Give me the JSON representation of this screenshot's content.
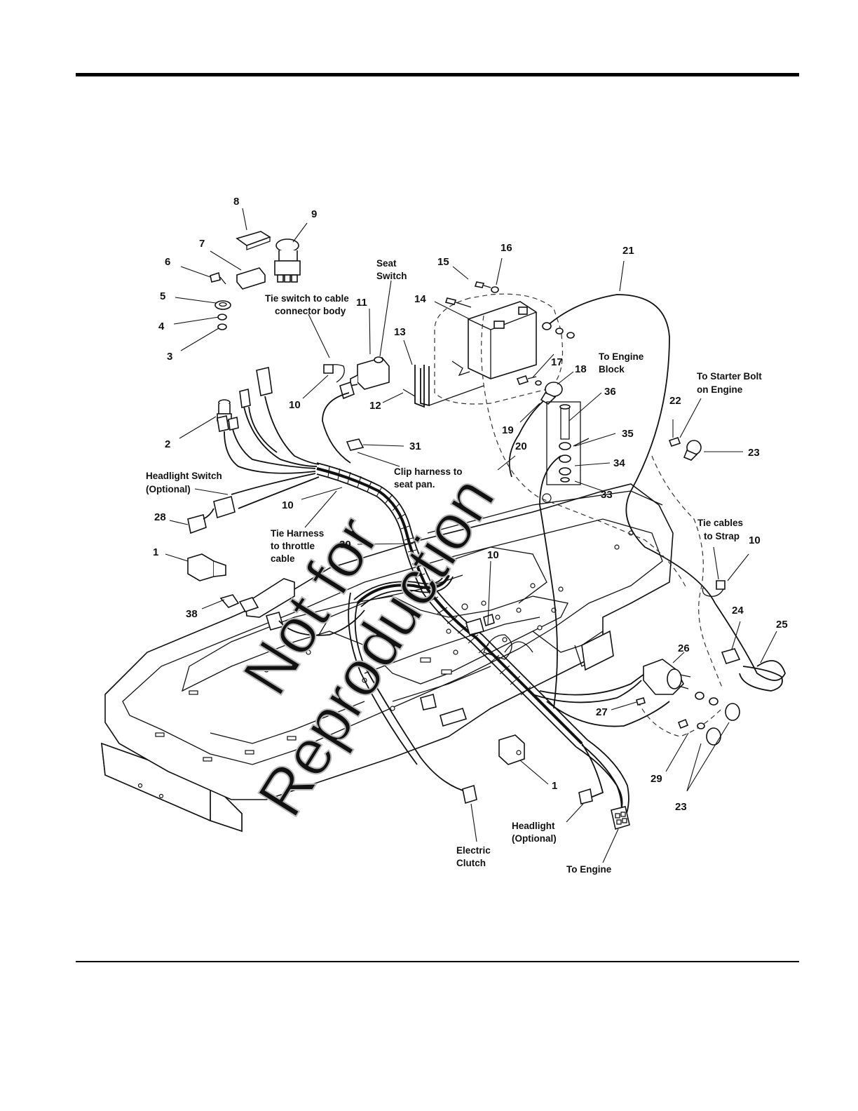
{
  "callouts": [
    {
      "id": "c8",
      "text": "8"
    },
    {
      "id": "c9",
      "text": "9"
    },
    {
      "id": "c7",
      "text": "7"
    },
    {
      "id": "c6",
      "text": "6"
    },
    {
      "id": "c5",
      "text": "5"
    },
    {
      "id": "c4",
      "text": "4"
    },
    {
      "id": "c3",
      "text": "3"
    },
    {
      "id": "c2",
      "text": "2"
    },
    {
      "id": "c28",
      "text": "28"
    },
    {
      "id": "c1a",
      "text": "1"
    },
    {
      "id": "c38",
      "text": "38"
    },
    {
      "id": "c10a",
      "text": "10"
    },
    {
      "id": "c11",
      "text": "11"
    },
    {
      "id": "c13",
      "text": "13"
    },
    {
      "id": "c12",
      "text": "12"
    },
    {
      "id": "c10b",
      "text": "10"
    },
    {
      "id": "c31",
      "text": "31"
    },
    {
      "id": "c30",
      "text": "30"
    },
    {
      "id": "c15",
      "text": "15"
    },
    {
      "id": "c16",
      "text": "16"
    },
    {
      "id": "c14",
      "text": "14"
    },
    {
      "id": "c21",
      "text": "21"
    },
    {
      "id": "c17",
      "text": "17"
    },
    {
      "id": "c18",
      "text": "18"
    },
    {
      "id": "c19",
      "text": "19"
    },
    {
      "id": "c20",
      "text": "20"
    },
    {
      "id": "c36",
      "text": "36"
    },
    {
      "id": "c35",
      "text": "35"
    },
    {
      "id": "c34",
      "text": "34"
    },
    {
      "id": "c33",
      "text": "33"
    },
    {
      "id": "c22",
      "text": "22"
    },
    {
      "id": "c23a",
      "text": "23"
    },
    {
      "id": "c10c",
      "text": "10"
    },
    {
      "id": "c10d",
      "text": "10"
    },
    {
      "id": "c24",
      "text": "24"
    },
    {
      "id": "c25",
      "text": "25"
    },
    {
      "id": "c26",
      "text": "26"
    },
    {
      "id": "c27",
      "text": "27"
    },
    {
      "id": "c29",
      "text": "29"
    },
    {
      "id": "c23b",
      "text": "23"
    },
    {
      "id": "c1b",
      "text": "1"
    }
  ],
  "notes": {
    "seat_switch": [
      "Seat",
      "Switch"
    ],
    "tie_switch": [
      "Tie switch to cable",
      "connector body"
    ],
    "headlight_switch": [
      "Headlight Switch",
      "(Optional)"
    ],
    "clip_harness": [
      "Clip harness to",
      "seat pan."
    ],
    "tie_harness": [
      "Tie Harness",
      "to throttle",
      "cable"
    ],
    "engine_block": [
      "To Engine",
      "Block"
    ],
    "starter_bolt": [
      "To Starter Bolt",
      "on Engine"
    ],
    "tie_cables": [
      "Tie cables",
      "to Strap"
    ],
    "electric_clutch": [
      "Electric",
      "Clutch"
    ],
    "headlight": [
      "Headlight",
      "(Optional)"
    ],
    "to_engine": [
      "To Engine"
    ]
  },
  "watermark": [
    "Not for",
    "Reproduction"
  ]
}
